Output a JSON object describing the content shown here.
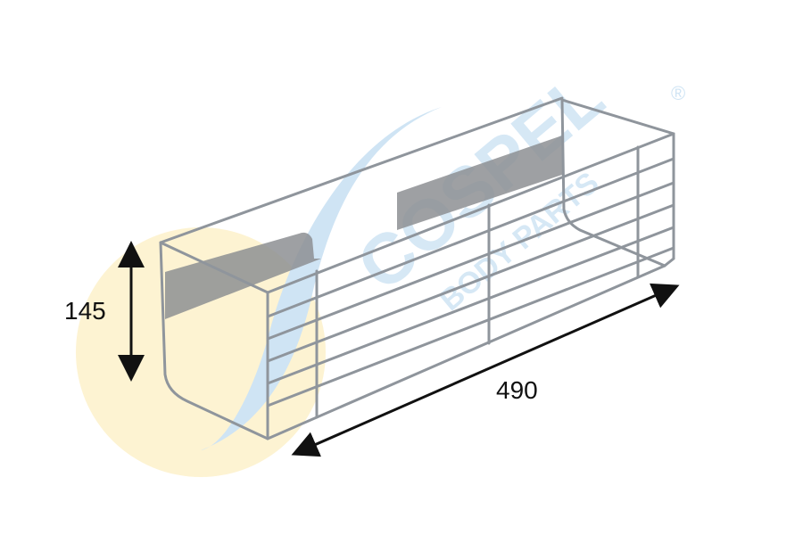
{
  "watermark": {
    "brand": "COSPEL",
    "subtitle": "BODY PARTS",
    "mark": "®"
  },
  "dimensions": {
    "height": "145",
    "length": "490"
  },
  "colors": {
    "wire": "#8f959c",
    "watermark_blue": "#cfe4f4",
    "watermark_yellow": "#fdf3d2",
    "arrow": "#111111"
  }
}
